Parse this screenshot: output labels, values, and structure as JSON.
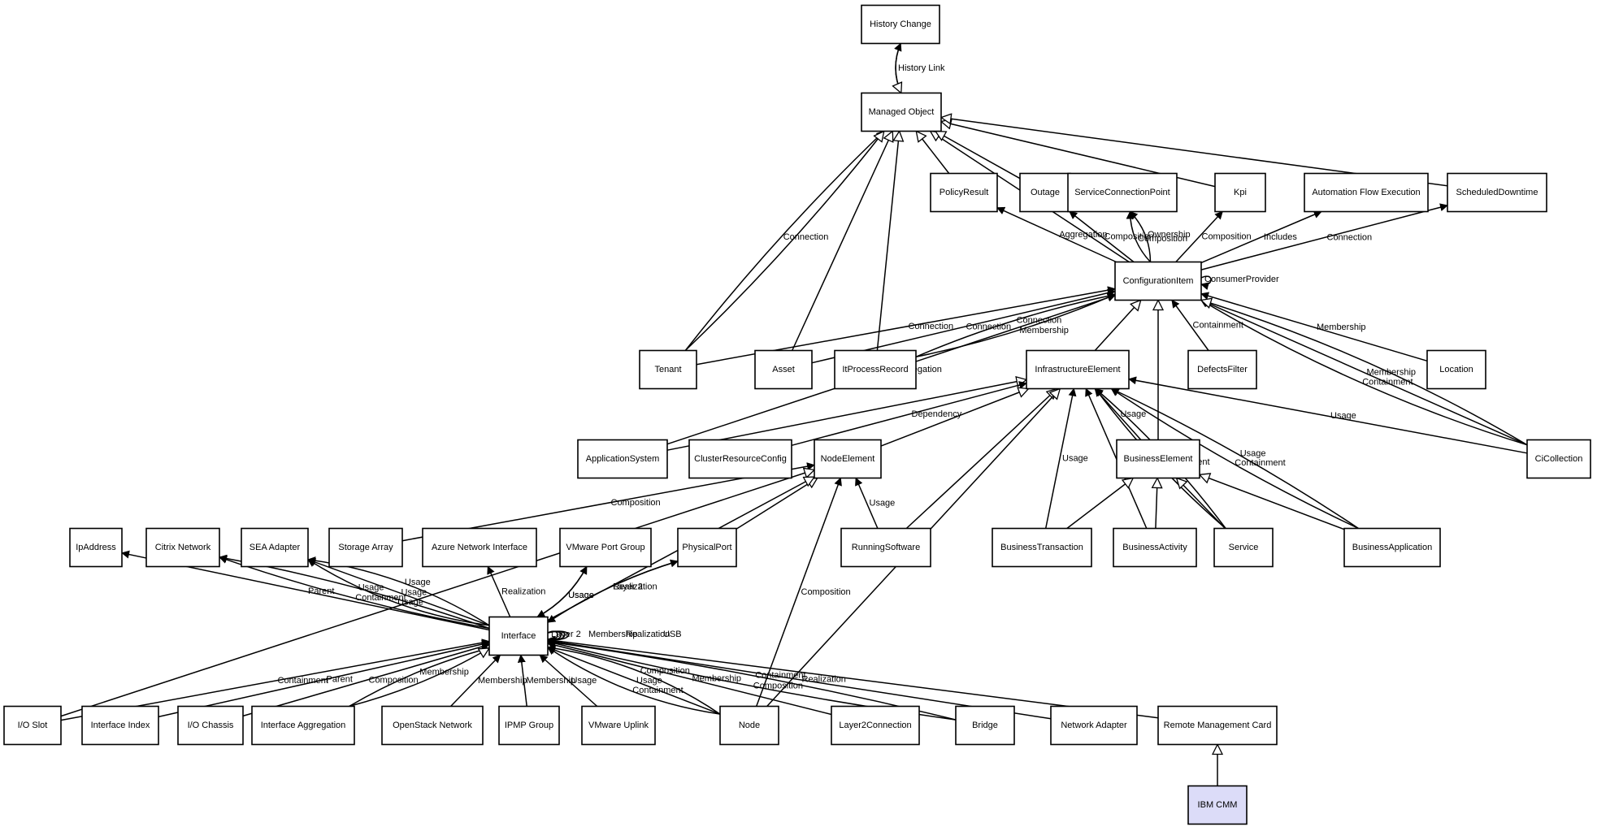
{
  "nodes": [
    {
      "id": "history_change",
      "label": "History Change"
    },
    {
      "id": "managed_object",
      "label": "Managed Object"
    },
    {
      "id": "policy_result",
      "label": "PolicyResult"
    },
    {
      "id": "outage",
      "label": "Outage"
    },
    {
      "id": "scp",
      "label": "ServiceConnectionPoint"
    },
    {
      "id": "kpi",
      "label": "Kpi"
    },
    {
      "id": "afe",
      "label": "Automation Flow Execution"
    },
    {
      "id": "scheduled_downtime",
      "label": "ScheduledDowntime"
    },
    {
      "id": "configuration_item",
      "label": "ConfigurationItem"
    },
    {
      "id": "tenant",
      "label": "Tenant"
    },
    {
      "id": "asset",
      "label": "Asset"
    },
    {
      "id": "itprocess_record",
      "label": "ItProcessRecord"
    },
    {
      "id": "infrastructure_element",
      "label": "InfrastructureElement"
    },
    {
      "id": "defects_filter",
      "label": "DefectsFilter"
    },
    {
      "id": "location",
      "label": "Location"
    },
    {
      "id": "application_system",
      "label": "ApplicationSystem"
    },
    {
      "id": "cluster_resource_config",
      "label": "ClusterResourceConfig"
    },
    {
      "id": "node_element",
      "label": "NodeElement"
    },
    {
      "id": "business_element",
      "label": "BusinessElement"
    },
    {
      "id": "ci_collection",
      "label": "CiCollection"
    },
    {
      "id": "ip_address",
      "label": "IpAddress"
    },
    {
      "id": "citrix_network",
      "label": "Citrix Network"
    },
    {
      "id": "sea_adapter",
      "label": "SEA Adapter"
    },
    {
      "id": "storage_array",
      "label": "Storage Array"
    },
    {
      "id": "azure_ni",
      "label": "Azure Network Interface"
    },
    {
      "id": "vmware_pg",
      "label": "VMware Port Group"
    },
    {
      "id": "physical_port",
      "label": "PhysicalPort"
    },
    {
      "id": "running_software",
      "label": "RunningSoftware"
    },
    {
      "id": "business_transaction",
      "label": "BusinessTransaction"
    },
    {
      "id": "business_activity",
      "label": "BusinessActivity"
    },
    {
      "id": "service",
      "label": "Service"
    },
    {
      "id": "business_application",
      "label": "BusinessApplication"
    },
    {
      "id": "interface",
      "label": "Interface"
    },
    {
      "id": "io_slot",
      "label": "I/O Slot"
    },
    {
      "id": "interface_index",
      "label": "Interface Index"
    },
    {
      "id": "io_chassis",
      "label": "I/O Chassis"
    },
    {
      "id": "interface_aggregation",
      "label": "Interface Aggregation"
    },
    {
      "id": "openstack_network",
      "label": "OpenStack Network"
    },
    {
      "id": "ipmp_group",
      "label": "IPMP Group"
    },
    {
      "id": "vmware_uplink",
      "label": "VMware Uplink"
    },
    {
      "id": "node",
      "label": "Node"
    },
    {
      "id": "layer2_connection",
      "label": "Layer2Connection"
    },
    {
      "id": "bridge",
      "label": "Bridge"
    },
    {
      "id": "network_adapter",
      "label": "Network Adapter"
    },
    {
      "id": "rmc",
      "label": "Remote Management Card"
    },
    {
      "id": "ibm_cmm",
      "label": "IBM CMM",
      "highlight": true
    }
  ],
  "edges": [
    {
      "from": "managed_object",
      "to": "history_change",
      "label": "History Link",
      "arrow": "filled"
    },
    {
      "from": "history_change",
      "to": "managed_object",
      "label": "",
      "arrow": "hollow"
    },
    {
      "from": "tenant",
      "to": "managed_object",
      "label": "Connection",
      "arrow": "filled"
    },
    {
      "from": "tenant",
      "to": "managed_object",
      "label": "",
      "arrow": "hollow"
    },
    {
      "from": "asset",
      "to": "managed_object",
      "label": "",
      "arrow": "hollow"
    },
    {
      "from": "itprocess_record",
      "to": "managed_object",
      "label": "",
      "arrow": "hollow"
    },
    {
      "from": "configuration_item",
      "to": "managed_object",
      "label": "",
      "arrow": "hollow"
    },
    {
      "from": "policy_result",
      "to": "managed_object",
      "label": "",
      "arrow": "hollow"
    },
    {
      "from": "outage",
      "to": "managed_object",
      "label": "",
      "arrow": "hollow"
    },
    {
      "from": "kpi",
      "to": "managed_object",
      "label": "",
      "arrow": "hollow"
    },
    {
      "from": "scheduled_downtime",
      "to": "managed_object",
      "label": "",
      "arrow": "hollow"
    },
    {
      "from": "configuration_item",
      "to": "policy_result",
      "label": "Aggregation",
      "arrow": "filled"
    },
    {
      "from": "configuration_item",
      "to": "outage",
      "label": "Composition",
      "arrow": "filled"
    },
    {
      "from": "configuration_item",
      "to": "scp",
      "label": "Composition",
      "arrow": "filled"
    },
    {
      "from": "configuration_item",
      "to": "scp",
      "label": "Ownership",
      "arrow": "filled"
    },
    {
      "from": "configuration_item",
      "to": "kpi",
      "label": "Composition",
      "arrow": "filled"
    },
    {
      "from": "configuration_item",
      "to": "afe",
      "label": "Includes",
      "arrow": "filled"
    },
    {
      "from": "configuration_item",
      "to": "scheduled_downtime",
      "label": "Connection",
      "arrow": "filled"
    },
    {
      "from": "configuration_item",
      "to": "configuration_item",
      "label": "ConsumerProvider",
      "arrow": "filled"
    },
    {
      "from": "tenant",
      "to": "configuration_item",
      "label": "Connection",
      "arrow": "filled"
    },
    {
      "from": "asset",
      "to": "configuration_item",
      "label": "Connection",
      "arrow": "filled"
    },
    {
      "from": "itprocess_record",
      "to": "configuration_item",
      "label": "Connection",
      "arrow": "filled"
    },
    {
      "from": "itprocess_record",
      "to": "configuration_item",
      "label": "Membership",
      "arrow": "filled"
    },
    {
      "from": "application_system",
      "to": "configuration_item",
      "label": "Aggregation",
      "arrow": "filled"
    },
    {
      "from": "infrastructure_element",
      "to": "configuration_item",
      "label": "",
      "arrow": "hollow"
    },
    {
      "from": "business_element",
      "to": "configuration_item",
      "label": "",
      "arrow": "hollow"
    },
    {
      "from": "defects_filter",
      "to": "configuration_item",
      "label": "Containment",
      "arrow": "filled"
    },
    {
      "from": "location",
      "to": "configuration_item",
      "label": "Membership",
      "arrow": "filled"
    },
    {
      "from": "ci_collection",
      "to": "configuration_item",
      "label": "Containment",
      "arrow": "filled"
    },
    {
      "from": "ci_collection",
      "to": "configuration_item",
      "label": "Membership",
      "arrow": "filled"
    },
    {
      "from": "ci_collection",
      "to": "configuration_item",
      "label": "",
      "arrow": "hollow"
    },
    {
      "from": "application_system",
      "to": "infrastructure_element",
      "label": "",
      "arrow": "hollow"
    },
    {
      "from": "cluster_resource_config",
      "to": "infrastructure_element",
      "label": "Dependency",
      "arrow": "filled"
    },
    {
      "from": "node_element",
      "to": "infrastructure_element",
      "label": "",
      "arrow": "hollow"
    },
    {
      "from": "running_software",
      "to": "infrastructure_element",
      "label": "",
      "arrow": "hollow"
    },
    {
      "from": "business_element",
      "to": "infrastructure_element",
      "label": "Usage",
      "arrow": "filled"
    },
    {
      "from": "business_transaction",
      "to": "infrastructure_element",
      "label": "Usage",
      "arrow": "filled"
    },
    {
      "from": "business_activity",
      "to": "infrastructure_element",
      "label": "Usage",
      "arrow": "filled"
    },
    {
      "from": "service",
      "to": "infrastructure_element",
      "label": "Containment",
      "arrow": "filled"
    },
    {
      "from": "service",
      "to": "infrastructure_element",
      "label": "Usage",
      "arrow": "filled"
    },
    {
      "from": "business_application",
      "to": "infrastructure_element",
      "label": "Containment",
      "arrow": "filled"
    },
    {
      "from": "business_application",
      "to": "infrastructure_element",
      "label": "Usage",
      "arrow": "filled"
    },
    {
      "from": "ci_collection",
      "to": "infrastructure_element",
      "label": "Usage",
      "arrow": "filled"
    },
    {
      "from": "node",
      "to": "infrastructure_element",
      "label": "",
      "arrow": "hollow"
    },
    {
      "from": "business_transaction",
      "to": "business_element",
      "label": "",
      "arrow": "hollow"
    },
    {
      "from": "business_activity",
      "to": "business_element",
      "label": "",
      "arrow": "hollow"
    },
    {
      "from": "service",
      "to": "business_element",
      "label": "",
      "arrow": "hollow"
    },
    {
      "from": "business_application",
      "to": "business_element",
      "label": "",
      "arrow": "hollow"
    },
    {
      "from": "storage_array",
      "to": "node_element",
      "label": "Composition",
      "arrow": "filled"
    },
    {
      "from": "physical_port",
      "to": "node_element",
      "label": "",
      "arrow": "hollow"
    },
    {
      "from": "running_software",
      "to": "node_element",
      "label": "Usage",
      "arrow": "filled"
    },
    {
      "from": "io_slot",
      "to": "node_element",
      "label": "",
      "arrow": "hollow"
    },
    {
      "from": "interface",
      "to": "node_element",
      "label": "",
      "arrow": "hollow"
    },
    {
      "from": "node",
      "to": "node_element",
      "label": "Composition",
      "arrow": "filled"
    },
    {
      "from": "interface",
      "to": "ip_address",
      "label": "Parent",
      "arrow": "filled"
    },
    {
      "from": "interface",
      "to": "citrix_network",
      "label": "Containment",
      "arrow": "filled"
    },
    {
      "from": "interface",
      "to": "citrix_network",
      "label": "Usage",
      "arrow": "filled"
    },
    {
      "from": "interface",
      "to": "sea_adapter",
      "label": "Usage",
      "arrow": "filled"
    },
    {
      "from": "interface",
      "to": "sea_adapter",
      "label": "Usage",
      "arrow": "filled"
    },
    {
      "from": "interface",
      "to": "sea_adapter",
      "label": "Usage",
      "arrow": "filled"
    },
    {
      "from": "interface",
      "to": "azure_ni",
      "label": "Realization",
      "arrow": "filled"
    },
    {
      "from": "vmware_pg",
      "to": "interface",
      "label": "Usage",
      "arrow": "filled"
    },
    {
      "from": "interface",
      "to": "vmware_pg",
      "label": "Usage",
      "arrow": "filled"
    },
    {
      "from": "interface",
      "to": "physical_port",
      "label": "Layer 2",
      "arrow": "filled"
    },
    {
      "from": "physical_port",
      "to": "interface",
      "label": "Realization",
      "arrow": "filled"
    },
    {
      "from": "interface",
      "to": "interface",
      "label": "Layer 2",
      "arrow": "filled"
    },
    {
      "from": "interface",
      "to": "interface",
      "label": "Membership",
      "arrow": "filled"
    },
    {
      "from": "interface",
      "to": "interface",
      "label": "Realization",
      "arrow": "filled"
    },
    {
      "from": "interface",
      "to": "interface",
      "label": "USB",
      "arrow": "filled"
    },
    {
      "from": "io_slot",
      "to": "interface",
      "label": "Containment",
      "arrow": "filled"
    },
    {
      "from": "interface_index",
      "to": "interface",
      "label": "Parent",
      "arrow": "filled"
    },
    {
      "from": "io_chassis",
      "to": "interface",
      "label": "Composition",
      "arrow": "filled"
    },
    {
      "from": "interface_aggregation",
      "to": "interface",
      "label": "Membership",
      "arrow": "filled"
    },
    {
      "from": "openstack_network",
      "to": "interface",
      "label": "Membership",
      "arrow": "filled"
    },
    {
      "from": "interface_aggregation",
      "to": "interface",
      "label": "",
      "arrow": "hollow"
    },
    {
      "from": "ipmp_group",
      "to": "interface",
      "label": "Membership",
      "arrow": "filled"
    },
    {
      "from": "vmware_uplink",
      "to": "interface",
      "label": "Usage",
      "arrow": "filled"
    },
    {
      "from": "node",
      "to": "interface",
      "label": "Containment",
      "arrow": "filled"
    },
    {
      "from": "node",
      "to": "interface",
      "label": "Usage",
      "arrow": "filled"
    },
    {
      "from": "node",
      "to": "interface",
      "label": "Composition",
      "arrow": "filled"
    },
    {
      "from": "layer2_connection",
      "to": "interface",
      "label": "Membership",
      "arrow": "filled"
    },
    {
      "from": "bridge",
      "to": "interface",
      "label": "Composition",
      "arrow": "filled"
    },
    {
      "from": "bridge",
      "to": "interface",
      "label": "Containment",
      "arrow": "filled"
    },
    {
      "from": "network_adapter",
      "to": "interface",
      "label": "Realization",
      "arrow": "filled"
    },
    {
      "from": "rmc",
      "to": "interface",
      "label": "",
      "arrow": "filled"
    },
    {
      "from": "ibm_cmm",
      "to": "rmc",
      "label": "",
      "arrow": "hollow"
    }
  ]
}
